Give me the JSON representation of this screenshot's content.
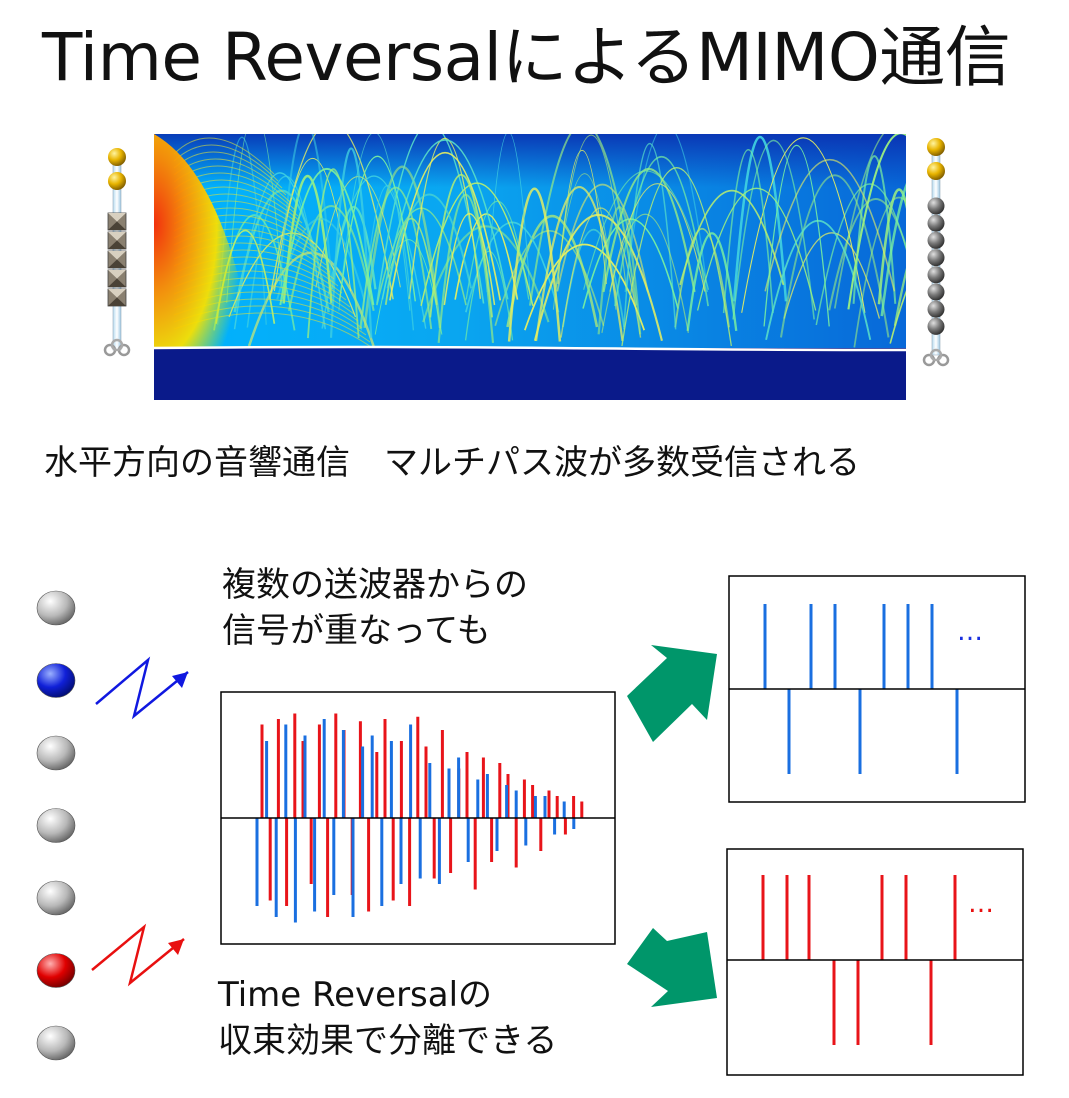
{
  "title": "Time ReversalによるMIMO通信",
  "caption": "水平方向の音響通信　マルチパス波が多数受信される",
  "note_top": [
    "複数の送波器からの",
    "信号が重なっても"
  ],
  "note_bottom": [
    "Time Reversalの",
    "収束効果で分離できる"
  ],
  "ellipsis_blue": "…",
  "ellipsis_red": "…",
  "colors": {
    "blue": "#1a6fe0",
    "red": "#e8141a",
    "arrow_green": "#00966a",
    "sea_deep": "#0a1a8a",
    "seafloor": "#ffffff"
  },
  "left_array": [
    "gray",
    "blue",
    "gray",
    "gray",
    "gray",
    "red",
    "gray"
  ],
  "chart_data": [
    {
      "type": "stem",
      "panel": "mixed",
      "series": [
        {
          "color": "red",
          "values": [
            0.85,
            -0.75,
            0.9,
            -0.8,
            0.95,
            0.7,
            -0.6,
            0.85,
            -0.9,
            0.95,
            0.8,
            -0.7,
            0.88,
            -0.85,
            0.6,
            0.9,
            -0.75,
            0.7,
            -0.8,
            0.92,
            0.65,
            -0.55,
            0.8,
            -0.5,
            0.45,
            0.6,
            -0.65,
            0.55,
            -0.4,
            0.5,
            0.4,
            -0.45,
            0.35,
            0.3,
            -0.3,
            0.25,
            0.2,
            -0.15,
            0.2,
            0.15
          ]
        },
        {
          "color": "blue",
          "values": [
            -0.8,
            0.7,
            -0.9,
            0.85,
            -0.95,
            0.75,
            -0.85,
            0.9,
            -0.7,
            0.8,
            -0.9,
            0.65,
            0.75,
            -0.8,
            0.7,
            -0.6,
            0.85,
            -0.55,
            0.5,
            -0.6,
            0.45,
            0.55,
            -0.4,
            0.35,
            0.4,
            -0.3,
            0.3,
            0.25,
            -0.25,
            0.2,
            0.2,
            -0.15,
            0.15,
            -0.1
          ]
        }
      ]
    },
    {
      "type": "stem",
      "panel": "blue-separated",
      "values": [
        1,
        -1,
        1,
        1,
        -1,
        1,
        1,
        1,
        -1
      ]
    },
    {
      "type": "stem",
      "panel": "red-separated",
      "values": [
        1,
        1,
        1,
        -1,
        -1,
        1,
        1,
        -1,
        1
      ]
    }
  ]
}
